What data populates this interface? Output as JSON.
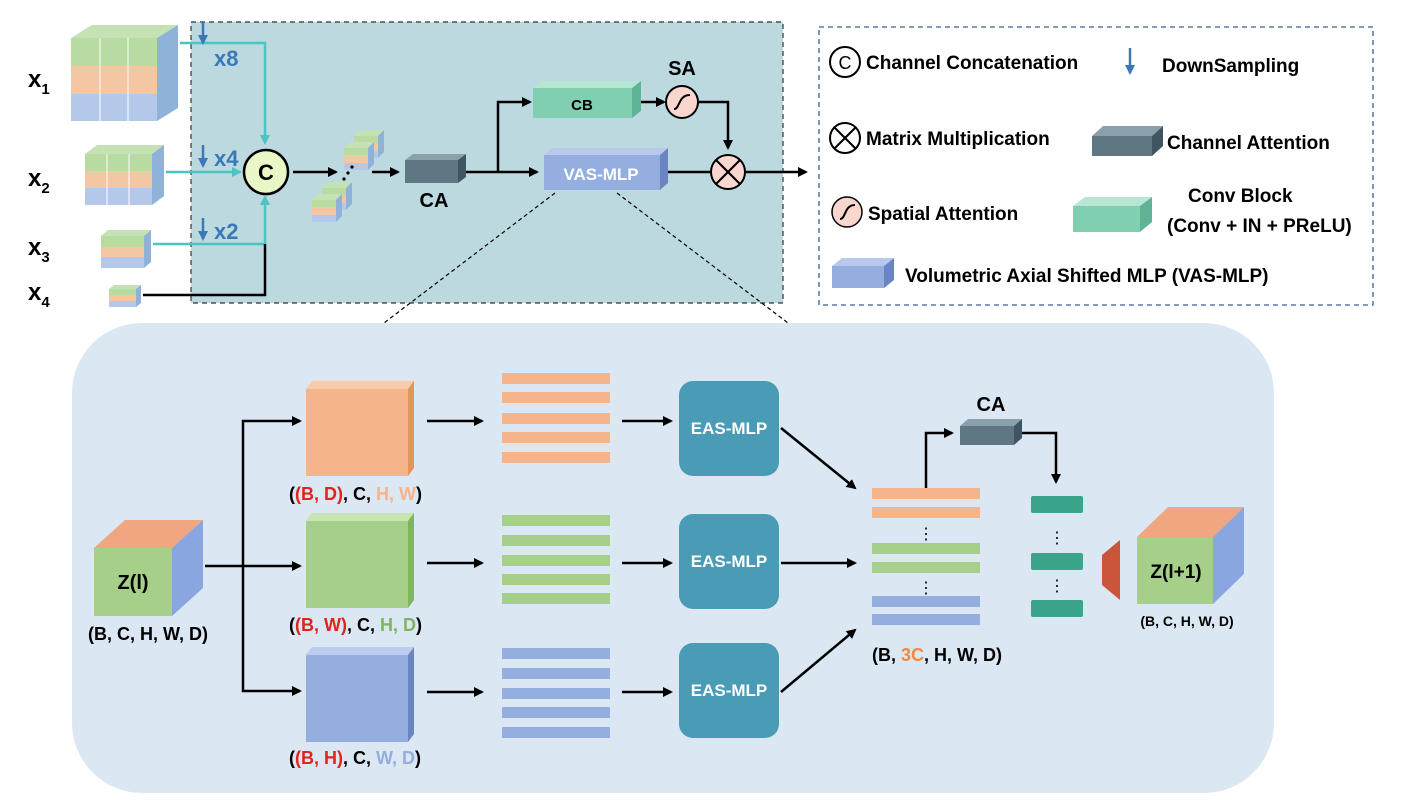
{
  "inputs": {
    "x1": "x",
    "x2": "x",
    "x3": "x",
    "x4": "x",
    "s1": "1",
    "s2": "2",
    "s3": "3",
    "s4": "4"
  },
  "downsampling": {
    "x8": "x8",
    "x4": "x4",
    "x2": "x2"
  },
  "top": {
    "concat": "C",
    "ca": "CA",
    "cb": "CB",
    "sa": "SA",
    "vas": "VAS-MLP",
    "dots": "·"
  },
  "legend": {
    "concat_symbol": "C",
    "concat": "Channel Concatenation",
    "downsampling": "DownSampling",
    "matmul": "Matrix Multiplication",
    "channel_attention": "Channel Attention",
    "spatial_attention": "Spatial Attention",
    "conv_block_1": "Conv Block",
    "conv_block_2": "(Conv + IN + PReLU)",
    "vas": "Volumetric Axial Shifted MLP (VAS-MLP)"
  },
  "bottom": {
    "zl": "Z(l)",
    "zl_dims": "(B, C, H, W, D)",
    "easmlp": "EAS-MLP",
    "ca": "CA",
    "zl1": "Z(l+1)",
    "zl1_dims": "(B, C, H, W, D)",
    "dots": "⋮",
    "b1": {
      "open": "(",
      "bd": "(B, D)",
      "sep": ", C, ",
      "hw": "H, W",
      "close": ")"
    },
    "b2": {
      "open": "(",
      "bd": "(B, W)",
      "sep": ", C, ",
      "hw": "H, D",
      "close": ")"
    },
    "b3": {
      "open": "(",
      "bd": "(B, H)",
      "sep": ", C, ",
      "hw": "W, D",
      "close": ")"
    },
    "merge": {
      "open": "(B, ",
      "c3": "3C",
      "rest": ", H, W, D)"
    }
  },
  "colors": {
    "orange": "#f5b48a",
    "green": "#a6d08a",
    "blue": "#93aedf",
    "teal": "#7fcfb0",
    "mlp": "#4a9bb5",
    "ca": "#5f7683",
    "panel": "#bcd9df",
    "bottom_panel": "#dce7f4",
    "legend_border": "#3a5f9a",
    "arrow": "#000000",
    "cyan_line": "#4dc4c4",
    "down_arrow": "#3a78b8",
    "red": "#e0241c"
  }
}
